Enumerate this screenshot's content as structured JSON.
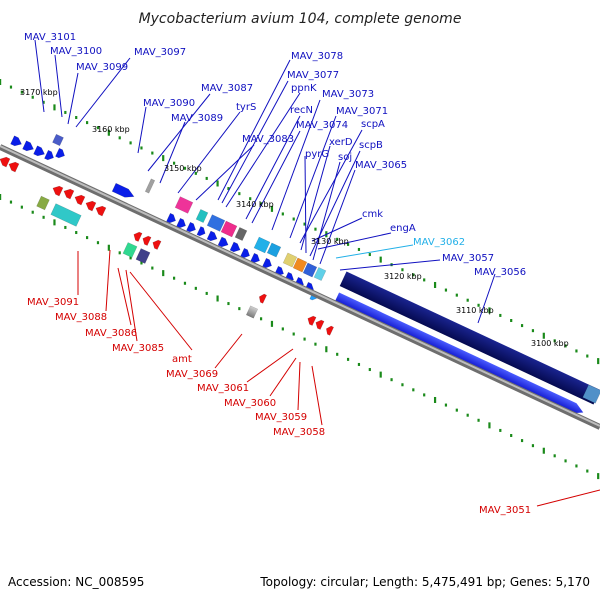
{
  "title": "Mycobacterium avium 104, complete genome",
  "footer": {
    "accession": "Accession: NC_008595",
    "topology": "Topology: circular; Length: 5,475,491 bp; Genes: 5,170"
  },
  "colors": {
    "forward_label": "#1010c0",
    "reverse_label": "#d40000",
    "highlight_label": "#22b0e8",
    "backbone": "#909090",
    "forward_gene": "#0a1ee8",
    "reverse_gene": "#ee1010",
    "long_gene": "#0a1470",
    "tick": "#1a8a1a"
  },
  "kbp_labels": [
    "3170 kbp",
    "3160 kbp",
    "3150 kbp",
    "3140 kbp",
    "3130 kbp",
    "3120 kbp",
    "3110 kbp",
    "3100 kbp"
  ],
  "forward_labels": [
    "MAV_3101",
    "MAV_3100",
    "MAV_3099",
    "MAV_3097",
    "MAV_3090",
    "MAV_3089",
    "MAV_3087",
    "tyrS",
    "MAV_3083",
    "MAV_3078",
    "MAV_3077",
    "ppnK",
    "recN",
    "MAV_3074",
    "MAV_3073",
    "MAV_3071",
    "scpA",
    "xerD",
    "pyrG",
    "scpB",
    "soj",
    "MAV_3065",
    "cmk",
    "engA",
    "MAV_3062",
    "MAV_3057",
    "MAV_3056"
  ],
  "reverse_labels": [
    "MAV_3091",
    "MAV_3088",
    "MAV_3086",
    "MAV_3085",
    "amt",
    "MAV_3069",
    "MAV_3061",
    "MAV_3060",
    "MAV_3059",
    "MAV_3058",
    "MAV_3051"
  ]
}
